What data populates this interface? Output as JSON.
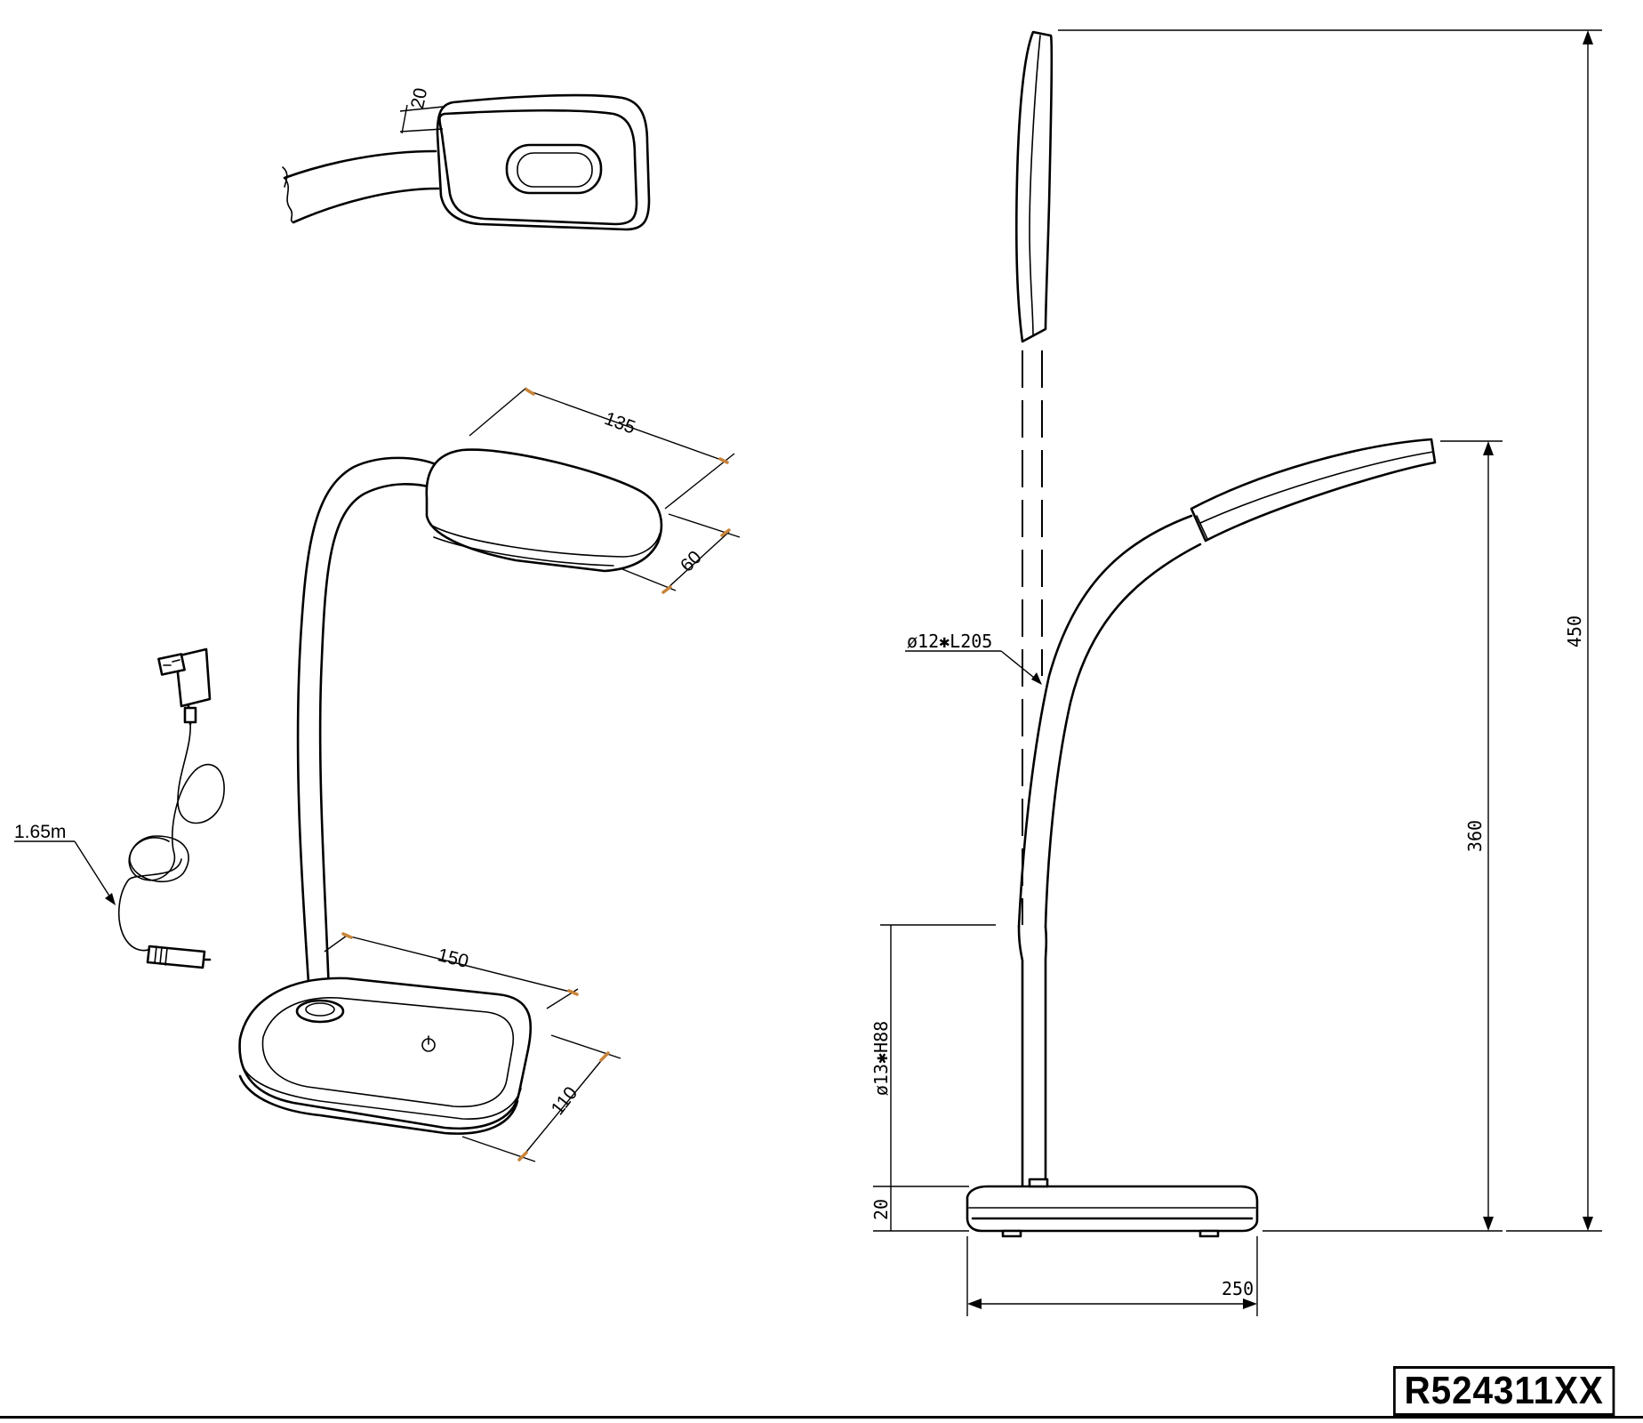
{
  "drawing": {
    "model_number": "R524311XX",
    "dimensions": {
      "head_thickness": "20",
      "head_length": "135",
      "head_width": "60",
      "base_length": "150",
      "base_width": "110",
      "cable_length": "1.65m",
      "gooseneck": "ø12✱L205",
      "stem": "ø13✱H88",
      "base_height": "20",
      "base_depth": "250",
      "arm_height": "360",
      "total_height": "450"
    }
  }
}
